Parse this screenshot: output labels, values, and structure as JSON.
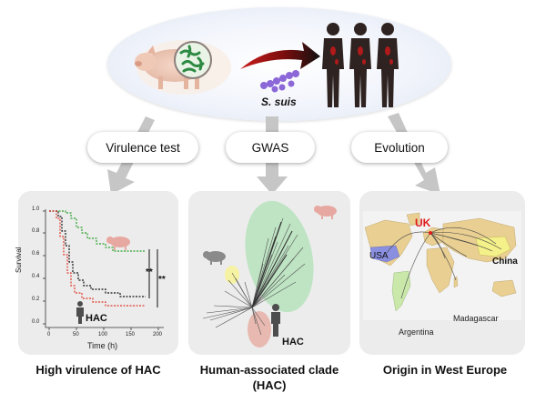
{
  "header": {
    "species": "S. suis"
  },
  "steps": [
    {
      "label": "Virulence test"
    },
    {
      "label": "GWAS"
    },
    {
      "label": "Evolution"
    }
  ],
  "panel_left": {
    "y_axis_label": "Survival",
    "x_axis_label": "Time (h)",
    "x_ticks": [
      "0",
      "50",
      "100",
      "150",
      "200"
    ],
    "y_ticks": [
      "0.0",
      "0.2",
      "0.4",
      "0.6",
      "0.8",
      "1.0"
    ],
    "group_label": "HAC",
    "significance_1": "**",
    "significance_2": "**",
    "caption": "High virulence of HAC"
  },
  "panel_middle": {
    "clade_label": "HAC",
    "caption_line1": "Human-associated clade",
    "caption_line2": "(HAC)"
  },
  "panel_right": {
    "labels": {
      "uk": "UK",
      "usa": "USA",
      "china": "China",
      "argentina": "Argentina",
      "madagascar": "Madagascar"
    },
    "caption": "Origin in West Europe"
  },
  "colors": {
    "green_curve": "#2aa02a",
    "black_curve": "#111111",
    "red_curve": "#e03a2c",
    "clade_green": "#b9e3bf",
    "clade_red": "#e8b9b0",
    "clade_yellow": "#f6f2a3",
    "uk_red": "#e01a1a",
    "map_yellow": "#f4f08a",
    "map_blue": "#8a8fe0",
    "map_green": "#c9e8a9",
    "arrow_gray": "#c6c6c6"
  }
}
